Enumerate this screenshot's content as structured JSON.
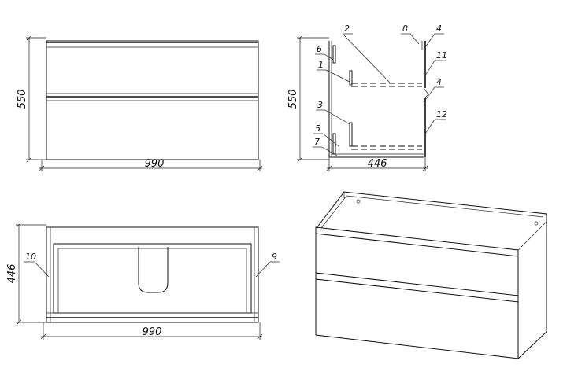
{
  "front_view": {
    "height_dim": "550",
    "width_dim": "990"
  },
  "side_view": {
    "height_dim": "550",
    "depth_dim": "446",
    "labels": [
      "1",
      "2",
      "3",
      "4",
      "4",
      "5",
      "6",
      "7",
      "8",
      "11",
      "12"
    ]
  },
  "top_view": {
    "depth_dim": "446",
    "width_dim": "990",
    "labels": [
      "9",
      "10"
    ]
  }
}
